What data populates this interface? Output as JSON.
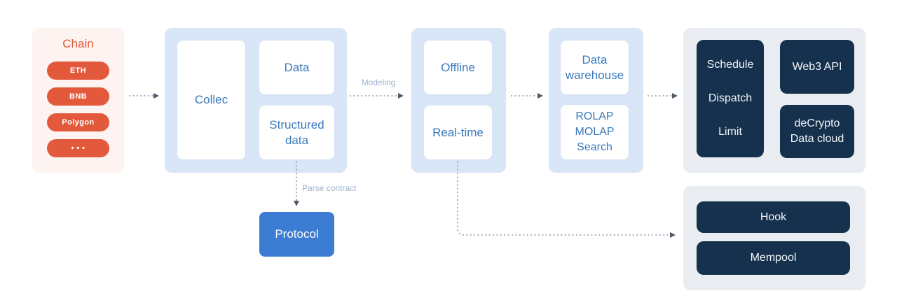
{
  "panels": {
    "chain": {
      "title": "Chain",
      "items": [
        "ETH",
        "BNB",
        "Polygon",
        "• • •"
      ]
    },
    "collect": {
      "collector": "Collec",
      "data": "Data",
      "structured": "Structured data"
    },
    "compute": {
      "offline": "Offline",
      "realtime": "Real-time"
    },
    "warehouse": {
      "warehouse": "Data warehouse",
      "olap": "ROLAP\nMOLAP\nSearch"
    },
    "scheduler": {
      "stages": [
        "Schedule",
        "Dispatch",
        "Limit"
      ],
      "web3": "Web3 API",
      "decrypto": "deCrypto\nData cloud"
    },
    "hook": {
      "hook": "Hook",
      "mempool": "Mempool"
    },
    "protocol": "Protocol"
  },
  "labels": {
    "modeling": "Modeling",
    "parse_contract": "Parse contract"
  },
  "colors": {
    "accent_orange": "#e2593c",
    "panel_pink": "#fdf3f1",
    "panel_blue": "#d8e6f7",
    "panel_gray": "#e9ecf0",
    "node_navy": "#15314d",
    "protocol_blue": "#3c7cd2",
    "blue_text": "#3b7abd",
    "flow_label_text": "#9fb2cd",
    "arrow_line": "#8d97a1",
    "arrow_head": "#4e5a68"
  }
}
